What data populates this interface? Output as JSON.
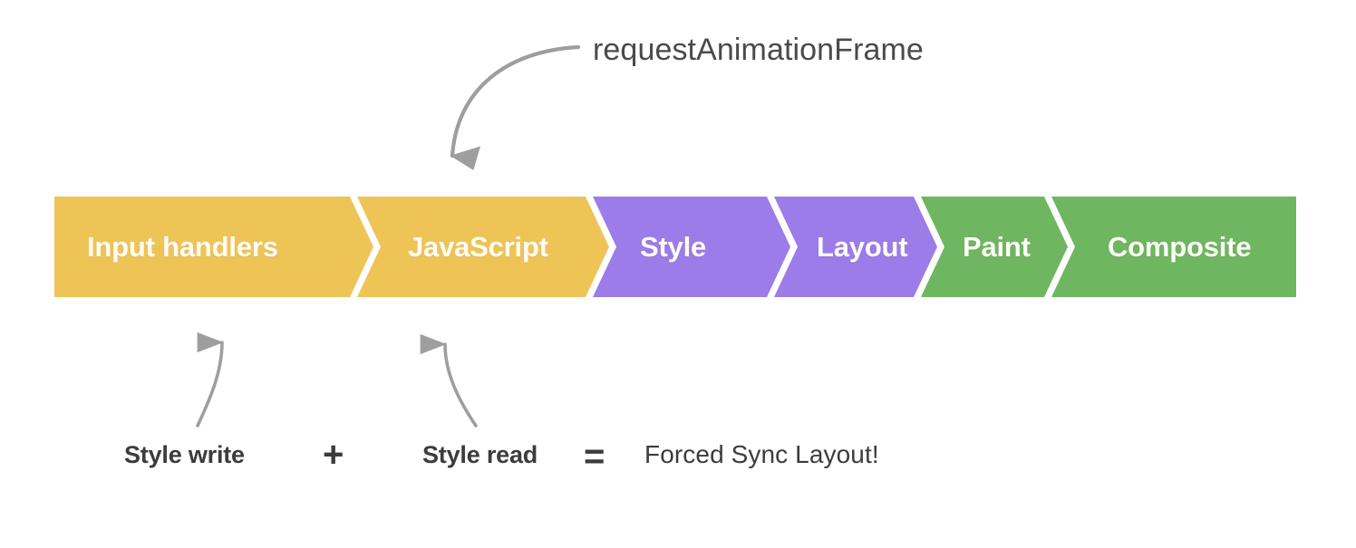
{
  "diagram": {
    "title_annotation": "requestAnimationFrame",
    "background_color": "#ffffff",
    "arrow_color": "#9e9e9e",
    "text_color": "#3c3c3c"
  },
  "callout": {
    "label": "requestAnimationFrame",
    "arrow_name": "curved-arrow-to-javascript"
  },
  "pipeline": {
    "name": "browser-rendering-pipeline",
    "stages": [
      {
        "label": "Input handlers",
        "color": "#EFC457",
        "group": "js"
      },
      {
        "label": "JavaScript",
        "color": "#EFC457",
        "group": "js"
      },
      {
        "label": "Style",
        "color": "#9B7CE8",
        "group": "style-layout"
      },
      {
        "label": "Layout",
        "color": "#9B7CE8",
        "group": "style-layout"
      },
      {
        "label": "Paint",
        "color": "#6FB660",
        "group": "paint-composite"
      },
      {
        "label": "Composite",
        "color": "#6FB660",
        "group": "paint-composite"
      }
    ]
  },
  "equation": {
    "name": "forced-sync-layout-equation",
    "terms": [
      {
        "kind": "term",
        "text": "Style write"
      },
      {
        "kind": "op",
        "text": "+"
      },
      {
        "kind": "term",
        "text": "Style read"
      },
      {
        "kind": "op",
        "text": "="
      },
      {
        "kind": "result",
        "text": "Forced Sync Layout!"
      }
    ],
    "annotation_arrows": [
      {
        "name": "arrow-style-write-to-input-handlers",
        "points_to": "Input handlers"
      },
      {
        "name": "arrow-style-read-to-javascript",
        "points_to": "JavaScript"
      }
    ]
  }
}
